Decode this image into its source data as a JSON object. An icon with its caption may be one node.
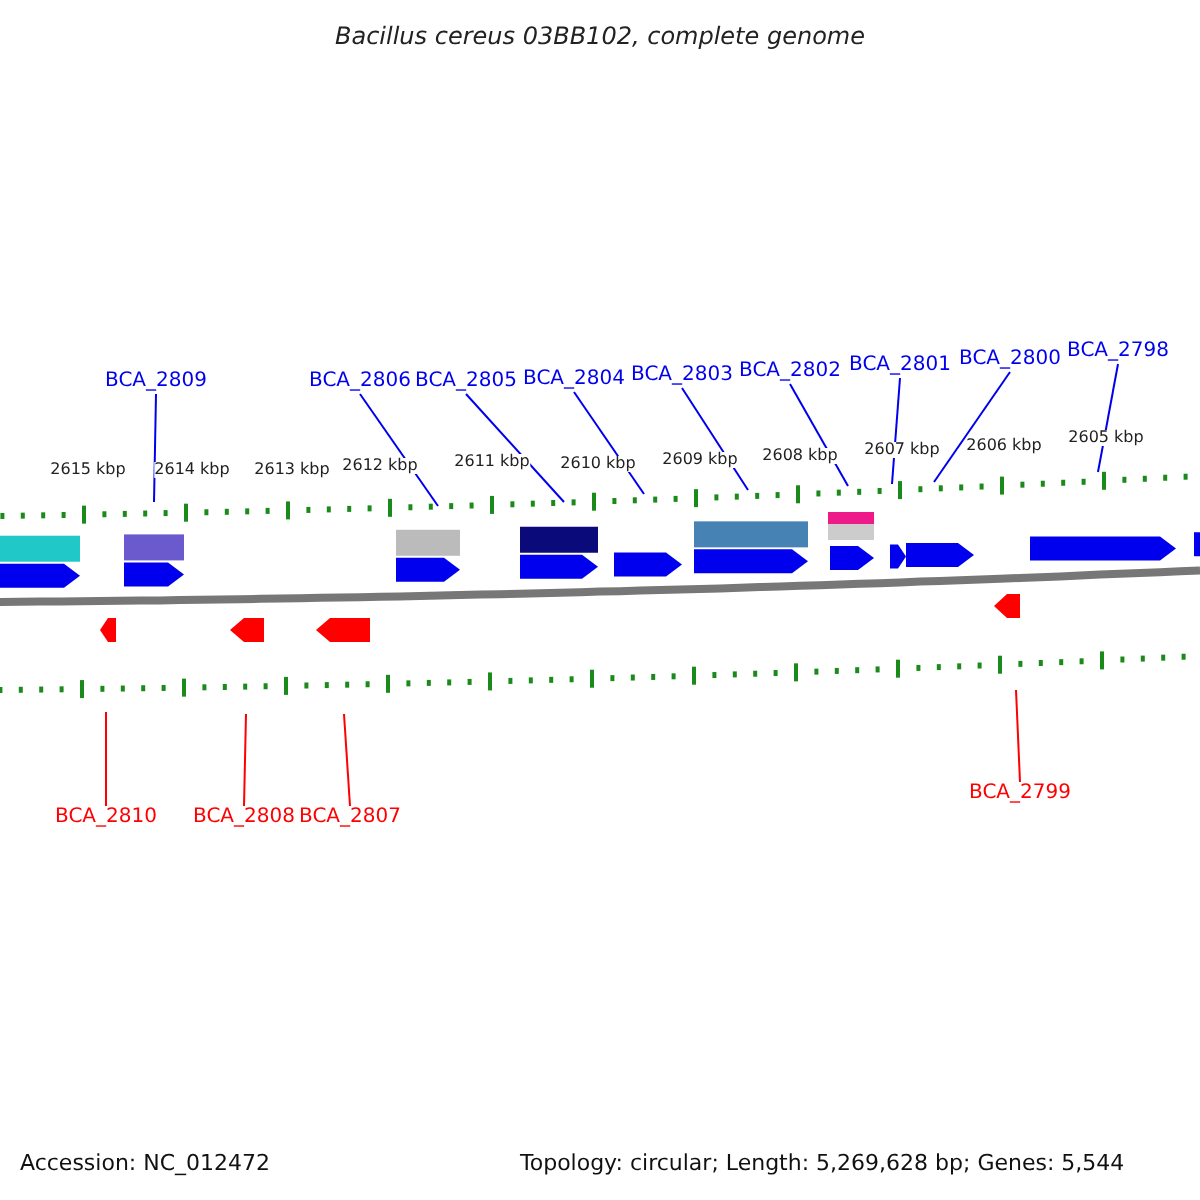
{
  "diagram": {
    "title": "Bacillus cereus 03BB102, complete genome",
    "nodes": [
      {
        "text": [
          "BCA_2809"
        ]
      },
      {
        "text": [
          "BCA_2806"
        ]
      },
      {
        "text": [
          "BCA_2805"
        ]
      },
      {
        "text": [
          "BCA_2804"
        ]
      },
      {
        "text": [
          "BCA_2803"
        ]
      },
      {
        "text": [
          "BCA_2802"
        ]
      },
      {
        "text": [
          "BCA_2801"
        ]
      },
      {
        "text": [
          "BCA_2800"
        ]
      },
      {
        "text": [
          "BCA_2798"
        ]
      },
      {
        "text": [
          "BCA_2810"
        ]
      },
      {
        "text": [
          "BCA_2808"
        ]
      },
      {
        "text": [
          "BCA_2807"
        ]
      },
      {
        "text": [
          "BCA_2799"
        ]
      }
    ],
    "edges": [
      {
        "from": 0,
        "to": null,
        "arrow": "none"
      },
      {
        "from": 1,
        "to": null,
        "arrow": "none"
      },
      {
        "from": 2,
        "to": null,
        "arrow": "none"
      },
      {
        "from": 3,
        "to": null,
        "arrow": "none"
      },
      {
        "from": 4,
        "to": null,
        "arrow": "none"
      },
      {
        "from": 5,
        "to": null,
        "arrow": "none"
      },
      {
        "from": 6,
        "to": null,
        "arrow": "none"
      },
      {
        "from": 7,
        "to": null,
        "arrow": "none"
      },
      {
        "from": 8,
        "to": null,
        "arrow": "none"
      },
      {
        "from": 9,
        "to": null,
        "arrow": "none",
        "color": "#ff0000"
      },
      {
        "from": 10,
        "to": null,
        "arrow": "none",
        "color": "#ff0000"
      },
      {
        "from": 11,
        "to": null,
        "arrow": "none",
        "color": "#ff0000"
      },
      {
        "from": 12,
        "to": null,
        "arrow": "none",
        "color": "#ff0000"
      }
    ],
    "labels": [
      "2615 kbp",
      "2614 kbp",
      "2613 kbp",
      "2612 kbp",
      "2611 kbp",
      "2610 kbp",
      "2609 kbp",
      "2608 kbp",
      "2607 kbp",
      "2606 kbp",
      "2605 kbp",
      "Accession: NC_012472",
      "Topology: circular; Length: 5,269,628 bp; Genes: 5,544"
    ]
  }
}
